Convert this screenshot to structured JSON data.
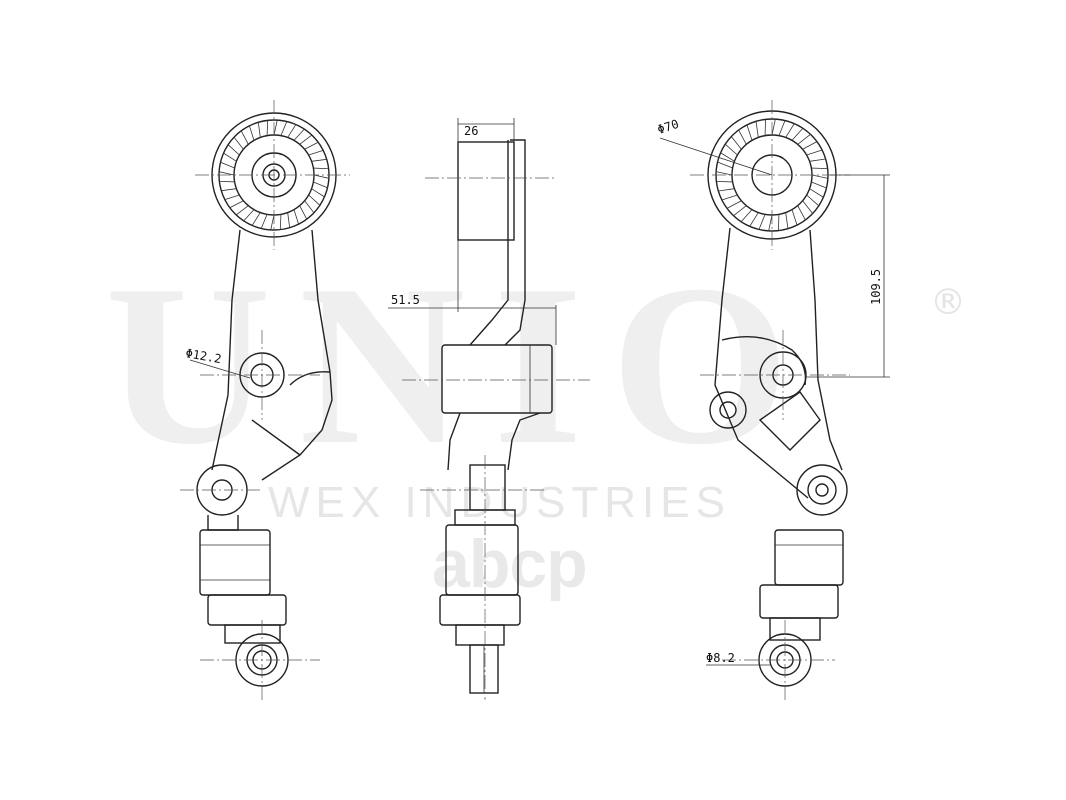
{
  "watermark": {
    "brand": "UNIO",
    "registered": "®",
    "company": "WEX INDUSTRIES",
    "site": "abcp"
  },
  "dimensions": {
    "width": "26",
    "offset": "51.5",
    "pulley_diameter": "Φ70",
    "bore_top": "Φ12.2",
    "center_distance": "109.5",
    "bore_bottom": "Φ8.2"
  }
}
